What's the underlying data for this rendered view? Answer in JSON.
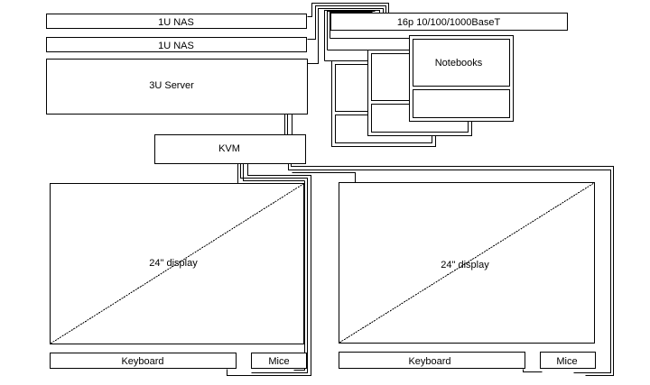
{
  "rack": {
    "nas1": "1U NAS",
    "nas2": "1U NAS",
    "server": "3U Server"
  },
  "switch": {
    "label": "16p 10/100/1000BaseT"
  },
  "notebooks": {
    "label": "Notebooks"
  },
  "kvm": {
    "label": "KVM"
  },
  "workstations": [
    {
      "display": "24\" display",
      "keyboard": "Keyboard",
      "mice": "Mice"
    },
    {
      "display": "24\" display",
      "keyboard": "Keyboard",
      "mice": "Mice"
    }
  ],
  "colors": {
    "stroke": "#000000",
    "background": "#ffffff"
  }
}
